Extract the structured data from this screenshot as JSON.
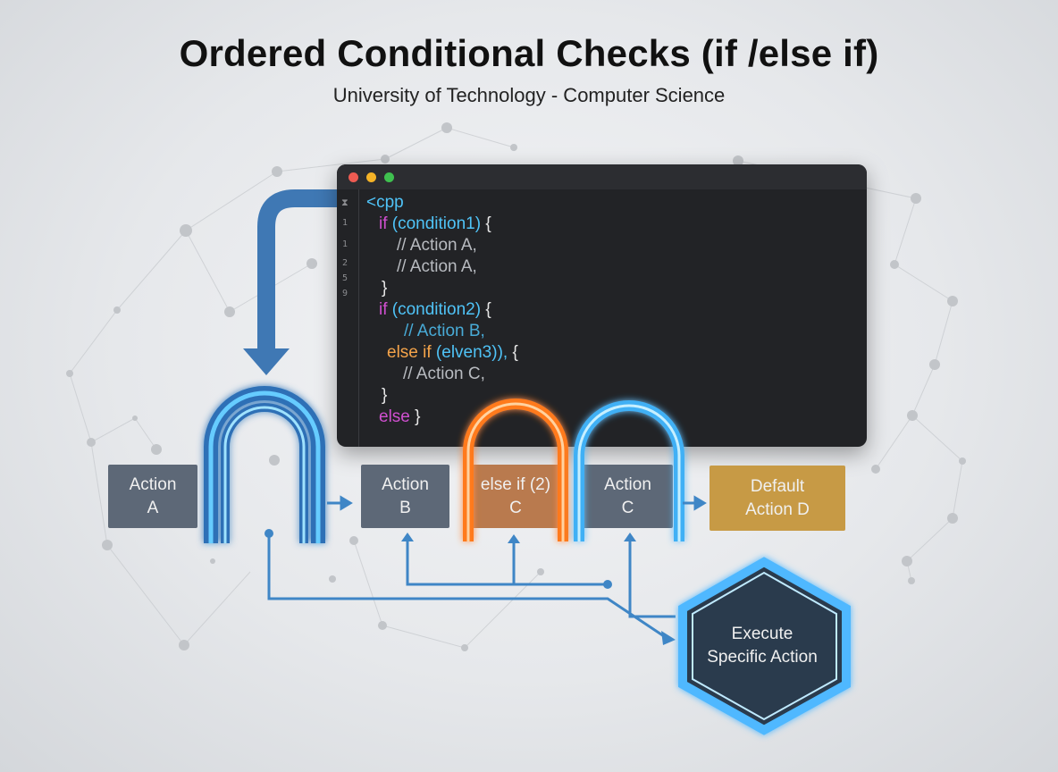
{
  "title": "Ordered Conditional Checks (if /else if)",
  "subtitle": "University of Technology - Computer Science",
  "editor": {
    "window_dots": [
      "#ed5b52",
      "#f5b327",
      "#3fc04f"
    ],
    "gutter": [
      "1",
      "1",
      "2",
      "5",
      "9"
    ],
    "lines": {
      "l0": "<cpp",
      "l1_kw": "if",
      "l1_cond": "(condition1)",
      "l1_brace": "{",
      "l2": "// Action A,",
      "l3": "// Action A,",
      "l4": "}",
      "l5_kw": "if",
      "l5_cond": "(condition2)",
      "l5_brace": "{",
      "l6": "// Action B,",
      "l7_kw": "else if",
      "l7_cond": "(elven3)),",
      "l7_brace": "{",
      "l8": "// Action C,",
      "l9": "}",
      "l10_kw": "else",
      "l10_brace": "}"
    }
  },
  "boxes": {
    "action_a": [
      "Action",
      "A"
    ],
    "action_b": [
      "Action",
      "B"
    ],
    "else_if_c": [
      "else if (2)",
      "C"
    ],
    "action_c": [
      "Action",
      "C"
    ],
    "default_d": [
      "Default",
      "Action D"
    ]
  },
  "execute": [
    "Execute",
    "Specific Action"
  ],
  "colors": {
    "flow_blue": "#3f86c6",
    "glow_blue": "#56c5ff",
    "glow_orange": "#ff8a2a",
    "default_gold": "#c79a45"
  }
}
